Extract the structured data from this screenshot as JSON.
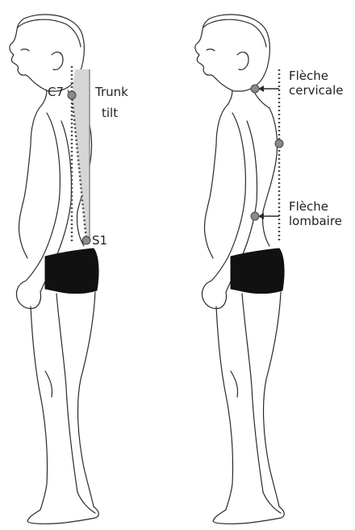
{
  "left_panel": {
    "c7_label": "C7",
    "s1_label": "S1",
    "trunk_tilt_line1": "Trunk",
    "trunk_tilt_line2": "tilt"
  },
  "right_panel": {
    "cervical_line1": "Flèche",
    "cervical_line2": "cervicale",
    "lumbar_line1": "Flèche",
    "lumbar_line2": "lombaire"
  },
  "colors": {
    "outline": "#2a2a2a",
    "shorts": "#111111",
    "landmark": "#8a8a8a",
    "tilt_band": "#d6d6d6",
    "plumb_line": "#4a4a4a"
  }
}
